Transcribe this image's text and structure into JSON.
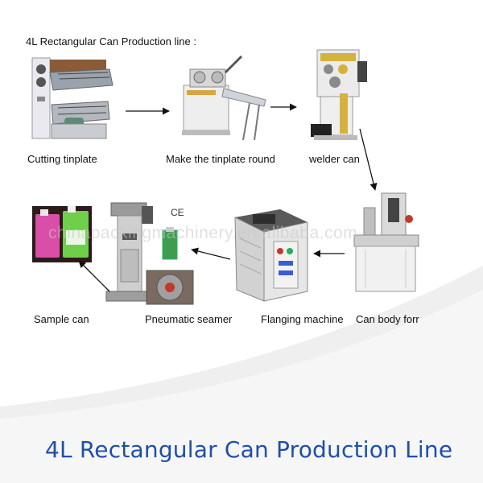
{
  "diagram": {
    "heading": "4L Rectangular Can Production line :",
    "steps": [
      {
        "label": "Cutting tinplate",
        "icon": "cutting-machine-icon"
      },
      {
        "label": "Make the tinplate round",
        "icon": "rounding-machine-icon"
      },
      {
        "label": "welder can",
        "icon": "welder-machine-icon"
      },
      {
        "label": "Can body forr",
        "icon": "can-body-forming-machine-icon"
      },
      {
        "label": "Flanging machine",
        "icon": "flanging-machine-icon"
      },
      {
        "label": "Pneumatic seamer",
        "icon": "pneumatic-seamer-icon"
      },
      {
        "label": "Sample can",
        "icon": "sample-cans-icon"
      }
    ],
    "ce_mark": "CE",
    "watermark": "chinapackingmachinery.en.alibaba.com"
  },
  "footer": {
    "title": "4L Rectangular Can Production Line"
  },
  "colors": {
    "footer_text": "#1f4fa8",
    "swoosh": "#eeeeee",
    "arrow": "#111111"
  }
}
